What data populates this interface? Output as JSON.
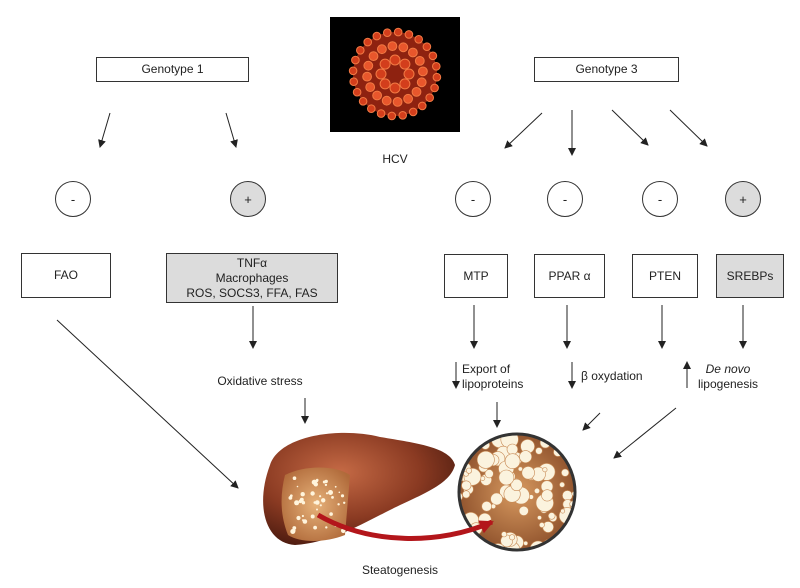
{
  "virus": {
    "label": "HCV"
  },
  "genotypes": [
    {
      "label": "Genotype 1"
    },
    {
      "label": "Genotype 3"
    }
  ],
  "effects": [
    "-",
    "+",
    "-",
    "-",
    "-",
    "+"
  ],
  "factors": {
    "fao": "FAO",
    "tnf_lines": [
      "TNFα",
      "Macrophages",
      "ROS, SOCS3, FFA, FAS"
    ],
    "mtp": "MTP",
    "ppar": "PPAR α",
    "pten": "PTEN",
    "srebps": "SREBPs"
  },
  "outcomes": {
    "oxidative_stress": "Oxidative stress",
    "export_lines": [
      "Export of",
      "lipoproteins"
    ],
    "beta_oxydation": "β oxydation",
    "denovo_italic": "De novo",
    "denovo_rest": "lipogenesis"
  },
  "result": {
    "label": "Steatogenesis"
  },
  "colors": {
    "grey_fill": "#dcdcdc",
    "virus_red": "#c0391b",
    "liver_brown": "#8a3a22",
    "arrow_red": "#b3161b"
  }
}
